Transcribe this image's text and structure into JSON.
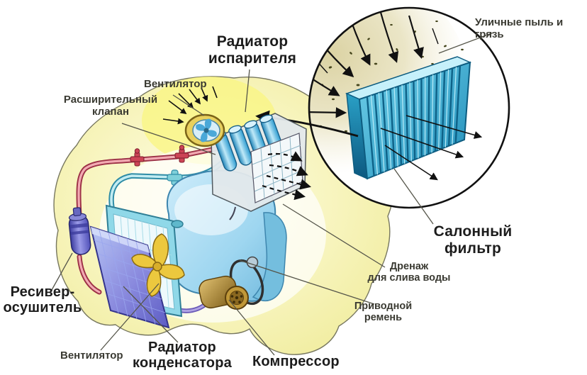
{
  "diagram": {
    "subject": "car-air-conditioning-system",
    "colors": {
      "body_yellow": "#f5f1a6",
      "body_glow": "#faf680",
      "engine_blue": "#a8dcf2",
      "filter_cyan": "#35aacd",
      "condenser_purple": "#7d7fd6",
      "radiator_cyan": "#9fdcea",
      "pipe_high_pressure": "#9c3046",
      "pipe_low_pressure": "#2e8ca6",
      "compressor_bronze": "#b08c3a",
      "fan_gold": "#e8c83e",
      "dust_beige": "#dcd4a4",
      "outline_black": "#1a1a1a",
      "leader_gray": "#55554a"
    }
  },
  "labels": {
    "evaporator_radiator": "Радиатор\nиспарителя",
    "fan_top": "Вентилятор",
    "expansion_valve": "Расширительный\nклапан",
    "street_dust": "Уличные пыль и грязь",
    "cabin_filter": "Салонный\nфильтр",
    "drain": "Дренаж\nдля слива воды",
    "drive_belt": "Приводной\nремень",
    "receiver_dryer": "Ресивер-\nосушитель",
    "fan_bottom": "Вентилятор",
    "condenser_radiator": "Радиатор\nконденсатора",
    "compressor": "Компрессор"
  }
}
